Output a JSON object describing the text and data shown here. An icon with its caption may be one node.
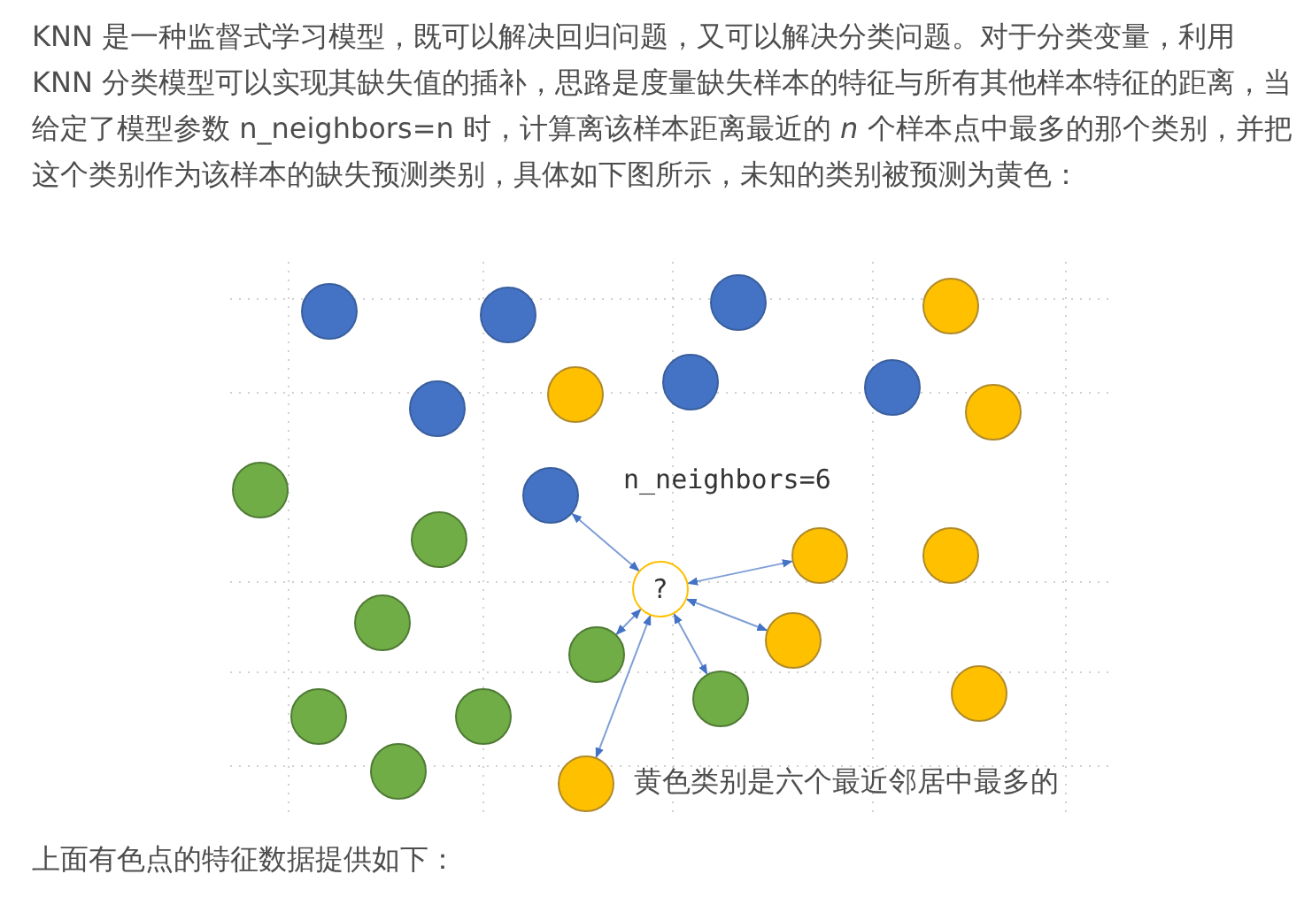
{
  "diagram": {
    "nodes": [
      {
        "text": [],
        "shape": "circle"
      },
      {
        "text": [],
        "shape": "circle"
      },
      {
        "text": [],
        "shape": "circle"
      },
      {
        "text": [],
        "shape": "circle"
      },
      {
        "text": [],
        "shape": "circle"
      },
      {
        "text": [],
        "shape": "circle"
      },
      {
        "text": [],
        "shape": "circle"
      },
      {
        "text": [],
        "shape": "circle"
      },
      {
        "text": [],
        "shape": "circle"
      },
      {
        "text": [],
        "shape": "circle"
      },
      {
        "text": [],
        "shape": "circle"
      },
      {
        "text": [],
        "shape": "circle"
      },
      {
        "text": [],
        "shape": "circle"
      },
      {
        "text": [],
        "shape": "circle"
      },
      {
        "text": [
          "?"
        ]
      },
      {
        "text": [],
        "shape": "circle"
      },
      {
        "text": [],
        "shape": "circle"
      },
      {
        "text": [],
        "shape": "circle"
      },
      {
        "text": [],
        "shape": "circle"
      },
      {
        "text": [],
        "shape": "circle"
      },
      {
        "text": [],
        "shape": "circle"
      },
      {
        "text": [],
        "shape": "circle"
      },
      {
        "text": [],
        "shape": "circle"
      },
      {
        "text": [],
        "shape": "circle"
      }
    ],
    "edges": [
      {
        "from": 14,
        "to": 10,
        "arrow": "both"
      },
      {
        "from": 14,
        "to": 12,
        "arrow": "both"
      },
      {
        "from": 14,
        "to": 17,
        "arrow": "both"
      },
      {
        "from": 14,
        "to": 20,
        "arrow": "both"
      },
      {
        "from": 14,
        "to": 16,
        "arrow": "both"
      },
      {
        "from": 14,
        "to": 23,
        "arrow": "both"
      }
    ],
    "labels": [
      "KNN 是一种监督式学习模型，既可以解决回归问题，又可以解决分类问题。对于分类变量，利用 KNN 分类模型可以实现其缺失值的插补，思路是度量缺失样本的特征与所有其他样本特征的距离，当给定了模型参数 n_neighbors=n 时，计算离该样本距离最近的 *n* 个样本点中最多的那个类别，并把这个类别作为该样本的缺失预测类别，具体如下图所示，未知的类别被预测为黄色：",
      "n_neighbors=6",
      "黄色类别是六个最近邻居中最多的",
      "上面有色点的特征数据提供如下："
    ]
  }
}
